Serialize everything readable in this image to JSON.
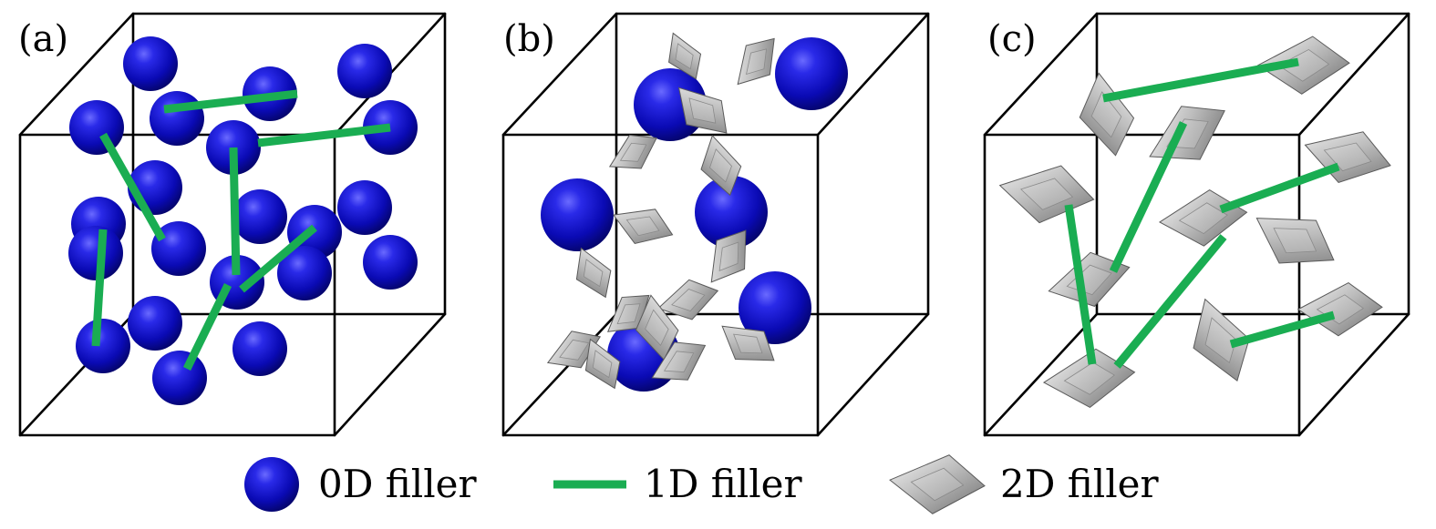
{
  "panels": [
    {
      "id": "a",
      "label": "(a)",
      "spheres": [
        [
          165,
          70,
          30
        ],
        [
          296,
          103,
          30
        ],
        [
          400,
          78,
          30
        ],
        [
          194,
          130,
          30
        ],
        [
          106,
          140,
          30
        ],
        [
          428,
          140,
          30
        ],
        [
          256,
          162,
          30
        ],
        [
          170,
          206,
          30
        ],
        [
          108,
          246,
          30
        ],
        [
          285,
          238,
          30
        ],
        [
          400,
          228,
          30
        ],
        [
          345,
          255,
          30
        ],
        [
          196,
          273,
          30
        ],
        [
          105,
          278,
          30
        ],
        [
          428,
          288,
          30
        ],
        [
          334,
          300,
          30
        ],
        [
          260,
          310,
          30
        ],
        [
          170,
          355,
          30
        ],
        [
          113,
          380,
          30
        ],
        [
          285,
          383,
          30
        ],
        [
          197,
          415,
          30
        ]
      ],
      "rods": [
        [
          180,
          120,
          326,
          103
        ],
        [
          283,
          157,
          428,
          140
        ],
        [
          113,
          148,
          178,
          263
        ],
        [
          256,
          162,
          259,
          302
        ],
        [
          113,
          252,
          105,
          380
        ],
        [
          345,
          250,
          265,
          318
        ],
        [
          250,
          313,
          205,
          405
        ]
      ],
      "plates": []
    },
    {
      "id": "b",
      "label": "(b)",
      "spheres": [
        [
          735,
          115,
          40
        ],
        [
          890,
          81,
          40
        ],
        [
          633,
          236,
          40
        ],
        [
          802,
          233,
          40
        ],
        [
          850,
          338,
          40
        ],
        [
          706,
          390,
          40
        ]
      ],
      "rods": [],
      "plates": [
        [
          750,
          62,
          28,
          60
        ],
        [
          830,
          68,
          32,
          -55
        ],
        [
          770,
          122,
          36,
          40
        ],
        [
          695,
          168,
          30,
          -35
        ],
        [
          790,
          182,
          34,
          70
        ],
        [
          705,
          248,
          34,
          15
        ],
        [
          800,
          282,
          34,
          -60
        ],
        [
          650,
          300,
          30,
          60
        ],
        [
          755,
          330,
          34,
          -20
        ],
        [
          690,
          345,
          30,
          -45
        ],
        [
          720,
          360,
          36,
          75
        ],
        [
          630,
          385,
          32,
          -30
        ],
        [
          660,
          400,
          30,
          60
        ],
        [
          745,
          398,
          34,
          -35
        ],
        [
          820,
          378,
          34,
          30
        ]
      ]
    },
    {
      "id": "c",
      "label": "(c)",
      "spheres": [],
      "rods": [
        [
          1210,
          108,
          1424,
          68
        ],
        [
          1298,
          135,
          1221,
          298
        ],
        [
          1339,
          230,
          1468,
          183
        ],
        [
          1172,
          225,
          1198,
          400
        ],
        [
          1342,
          260,
          1225,
          402
        ],
        [
          1350,
          378,
          1463,
          346
        ]
      ],
      "plates": [
        [
          1213,
          126,
          46,
          75
        ],
        [
          1430,
          72,
          50,
          -5
        ],
        [
          1303,
          148,
          48,
          -35
        ],
        [
          1148,
          213,
          52,
          5
        ],
        [
          1478,
          172,
          48,
          10
        ],
        [
          1320,
          240,
          48,
          -10
        ],
        [
          1420,
          264,
          48,
          25
        ],
        [
          1195,
          308,
          46,
          -20
        ],
        [
          1470,
          340,
          46,
          -5
        ],
        [
          1338,
          374,
          48,
          65
        ],
        [
          1195,
          416,
          50,
          -10
        ]
      ]
    }
  ],
  "legend": {
    "items": [
      {
        "symbol": "sphere",
        "label": "0D filler"
      },
      {
        "symbol": "rod",
        "label": "1D filler"
      },
      {
        "symbol": "plate",
        "label": "2D filler"
      }
    ]
  }
}
